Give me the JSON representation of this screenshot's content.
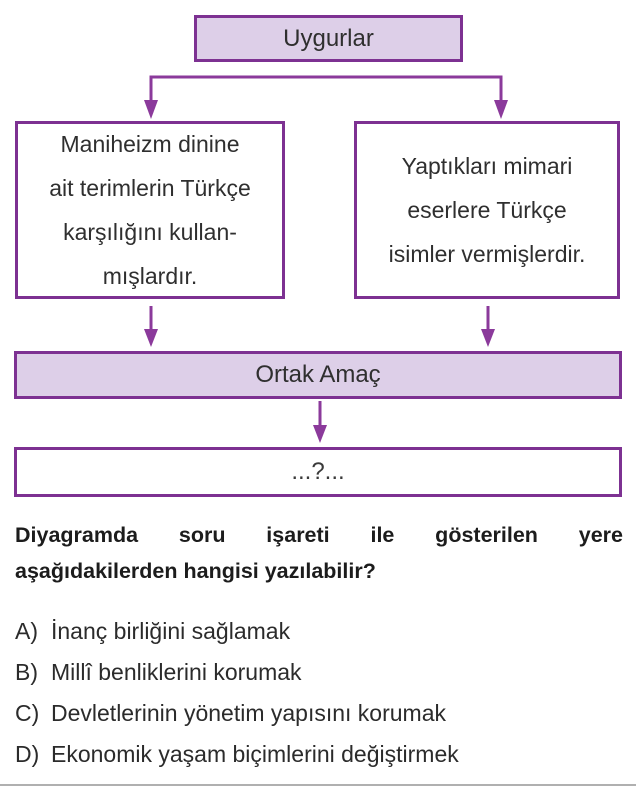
{
  "theme": {
    "border": "#7d3192",
    "fill": "#ddcfe8",
    "arrow": "#8b3a9b",
    "text": "#2f2f2f",
    "question": "#1c1c1c",
    "rule": "#b0b0b0"
  },
  "diagram": {
    "title": "Uygurlar",
    "left_box_lines": [
      "Maniheizm dinine",
      "ait terimlerin Türkçe",
      "karşılığını kullan-",
      "mışlardır."
    ],
    "right_box_lines": [
      "Yaptıkları mimari",
      "eserlere Türkçe",
      "isimler vermişlerdir."
    ],
    "common_goal": "Ortak Amaç",
    "placeholder": "...?..."
  },
  "question": {
    "lines": [
      "Diyagramda soru işareti ile gösterilen yere",
      "aşağıdakilerden hangisi yazılabilir?"
    ]
  },
  "options": [
    {
      "label": "A)",
      "text": "İnanç birliğini sağlamak"
    },
    {
      "label": "B)",
      "text": "Millî benliklerini korumak"
    },
    {
      "label": "C)",
      "text": "Devletlerinin yönetim yapısını korumak"
    },
    {
      "label": "D)",
      "text": "Ekonomik yaşam biçimlerini değiştirmek"
    }
  ]
}
